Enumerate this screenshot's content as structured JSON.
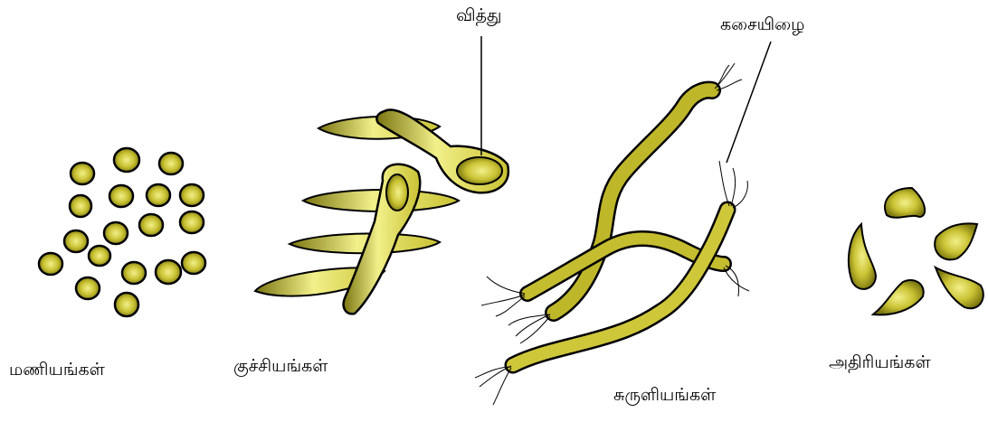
{
  "colors": {
    "fill_light": "#f2f08a",
    "fill_mid": "#c9c233",
    "fill_dark": "#7a7510",
    "outline": "#000000",
    "background": "#ffffff"
  },
  "labels": {
    "cocci": "மணியங்கள்",
    "bacilli": "குச்சியங்கள்",
    "spore": "வித்து",
    "flagellum": "கசையிழை",
    "spirilla": "சுருளியங்கள்",
    "vibrio": "அதிரியங்கள்"
  }
}
